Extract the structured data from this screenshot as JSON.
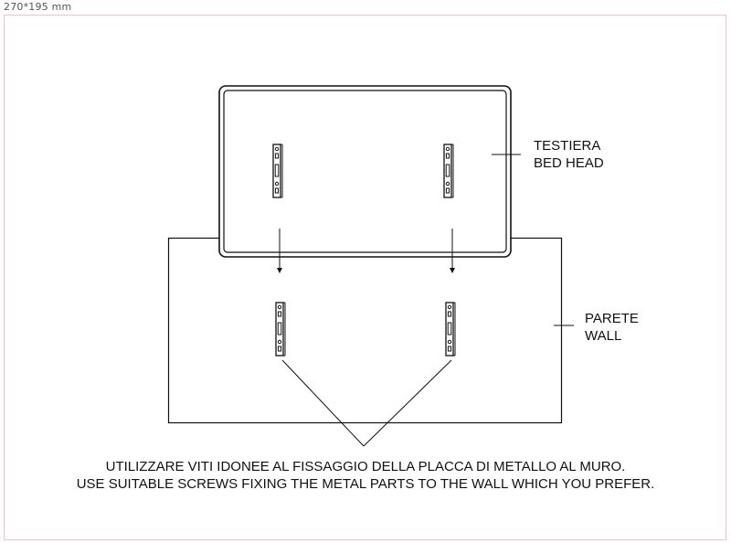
{
  "sheet": {
    "size_label": "270*195 mm"
  },
  "labels": {
    "headboard_it": "TESTIERA",
    "headboard_en": "BED HEAD",
    "wall_it": "PARETE",
    "wall_en": "WALL"
  },
  "instructions": {
    "line_it": "UTILIZZARE VITI IDONEE AL FISSAGGIO DELLA PLACCA DI METALLO AL MURO.",
    "line_en": "USE SUITABLE SCREWS FIXING THE METAL PARTS TO THE WALL WHICH YOU PREFER."
  },
  "colors": {
    "line": "#111111",
    "frame": "#e6c7d3"
  }
}
